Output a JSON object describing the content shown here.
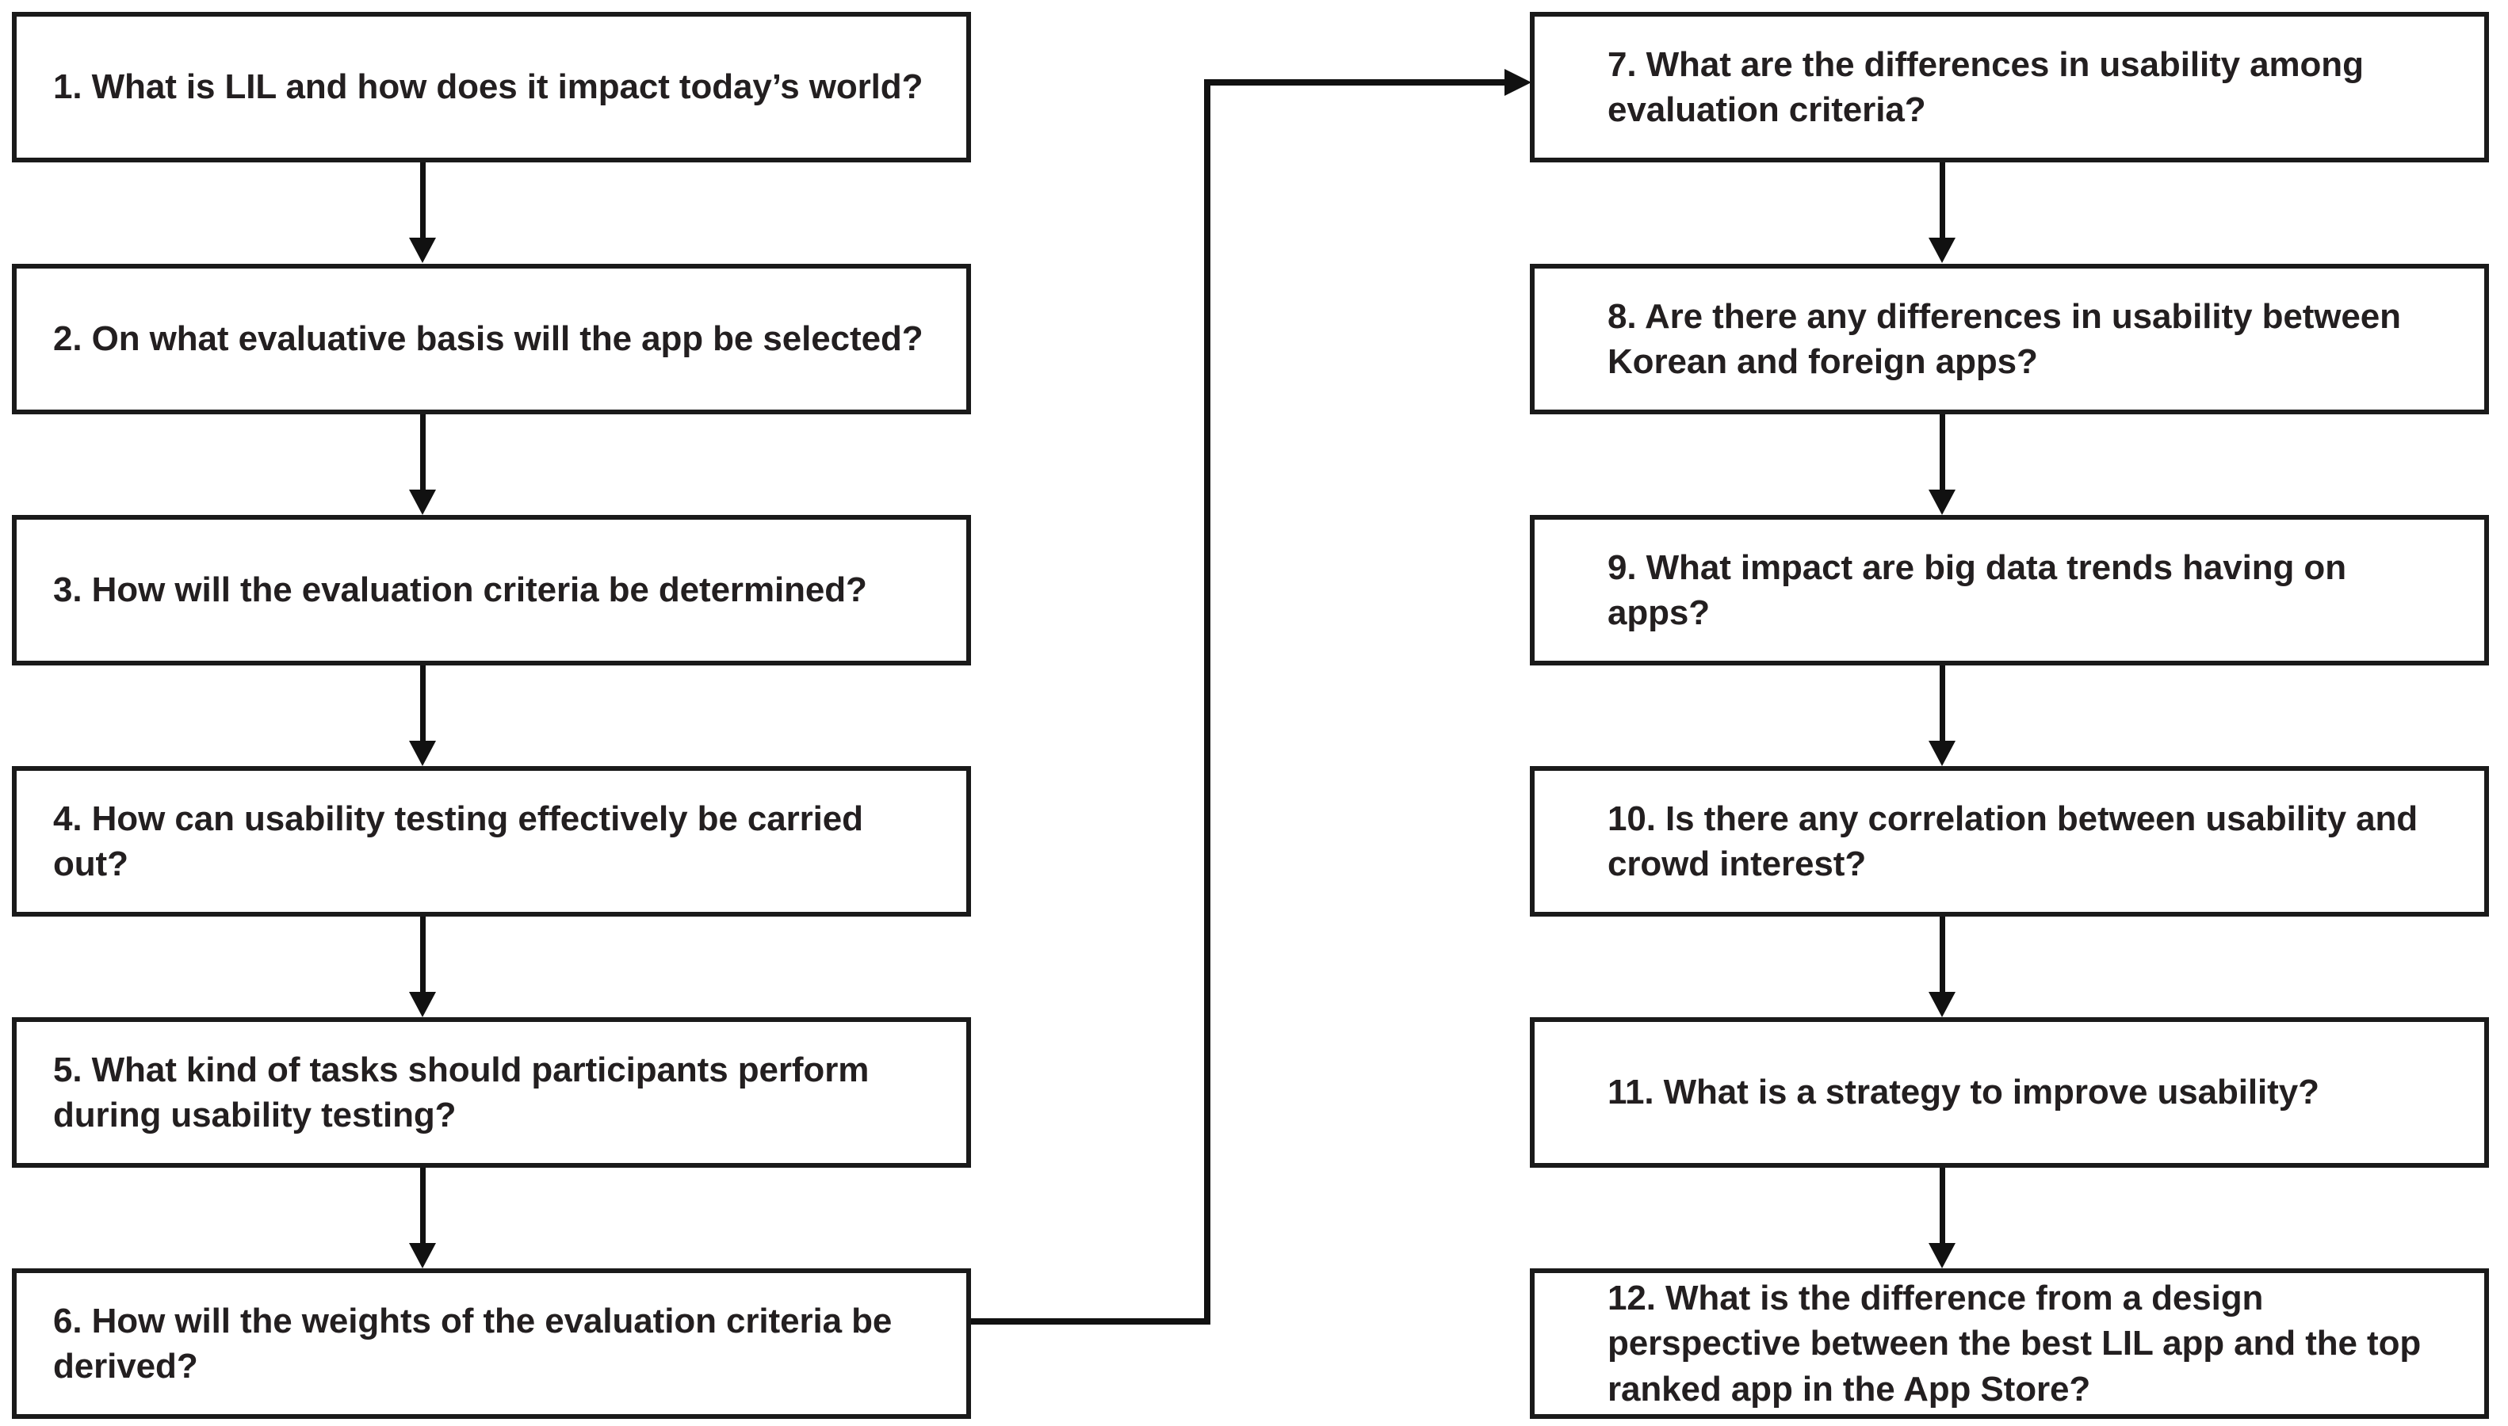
{
  "diagram": {
    "title": "Research Question Flowchart",
    "type": "flowchart",
    "orientation": "two-column top-to-bottom with cross-column connector",
    "colors": {
      "box_border": "#1a1a1a",
      "box_fill": "#ffffff",
      "text": "#231f20",
      "connector": "#111111",
      "background": "#ffffff"
    },
    "columns": {
      "left": {
        "name": "left-column",
        "nodes": [
          {
            "id": "q1",
            "number": "1",
            "text": "1. What is LIL and how does it impact today’s world?"
          },
          {
            "id": "q2",
            "number": "2",
            "text": "2. On what evaluative basis will the app be selected?"
          },
          {
            "id": "q3",
            "number": "3",
            "text": "3. How will the evaluation criteria be determined?"
          },
          {
            "id": "q4",
            "number": "4",
            "text": "4. How can usability testing effectively be carried out?"
          },
          {
            "id": "q5",
            "number": "5",
            "text": "5. What kind of tasks should participants perform during usability testing?"
          },
          {
            "id": "q6",
            "number": "6",
            "text": "6. How will the weights of the evaluation criteria be derived?"
          }
        ]
      },
      "right": {
        "name": "right-column",
        "nodes": [
          {
            "id": "q7",
            "number": "7",
            "text": "7. What are the differences in usability among evaluation criteria?"
          },
          {
            "id": "q8",
            "number": "8",
            "text": "8. Are there any differences in usability between Korean and foreign apps?"
          },
          {
            "id": "q9",
            "number": "9",
            "text": "9. What impact are big data trends having on apps?"
          },
          {
            "id": "q10",
            "number": "10",
            "text": "10. Is there any correlation between usability and crowd interest?"
          },
          {
            "id": "q11",
            "number": "11",
            "text": "11. What is a strategy to improve usability?"
          },
          {
            "id": "q12",
            "number": "12",
            "text": "12. What is the difference from a design perspective between the best LIL app and the top ranked app in the App Store?"
          }
        ]
      }
    },
    "connectors": [
      {
        "id": "c1-2",
        "from": "q1",
        "to": "q2",
        "style": "straight-down-arrow"
      },
      {
        "id": "c2-3",
        "from": "q2",
        "to": "q3",
        "style": "straight-down-arrow"
      },
      {
        "id": "c3-4",
        "from": "q3",
        "to": "q4",
        "style": "straight-down-arrow"
      },
      {
        "id": "c4-5",
        "from": "q4",
        "to": "q5",
        "style": "straight-down-arrow"
      },
      {
        "id": "c5-6",
        "from": "q5",
        "to": "q6",
        "style": "straight-down-arrow"
      },
      {
        "id": "c6-7",
        "from": "q6",
        "to": "q7",
        "style": "elbow-right-up-right-arrow"
      },
      {
        "id": "c7-8",
        "from": "q7",
        "to": "q8",
        "style": "straight-down-arrow"
      },
      {
        "id": "c8-9",
        "from": "q8",
        "to": "q9",
        "style": "straight-down-arrow"
      },
      {
        "id": "c9-10",
        "from": "q9",
        "to": "q10",
        "style": "straight-down-arrow"
      },
      {
        "id": "c10-11",
        "from": "q10",
        "to": "q11",
        "style": "straight-down-arrow"
      },
      {
        "id": "c11-12",
        "from": "q11",
        "to": "q12",
        "style": "straight-down-arrow"
      }
    ]
  }
}
